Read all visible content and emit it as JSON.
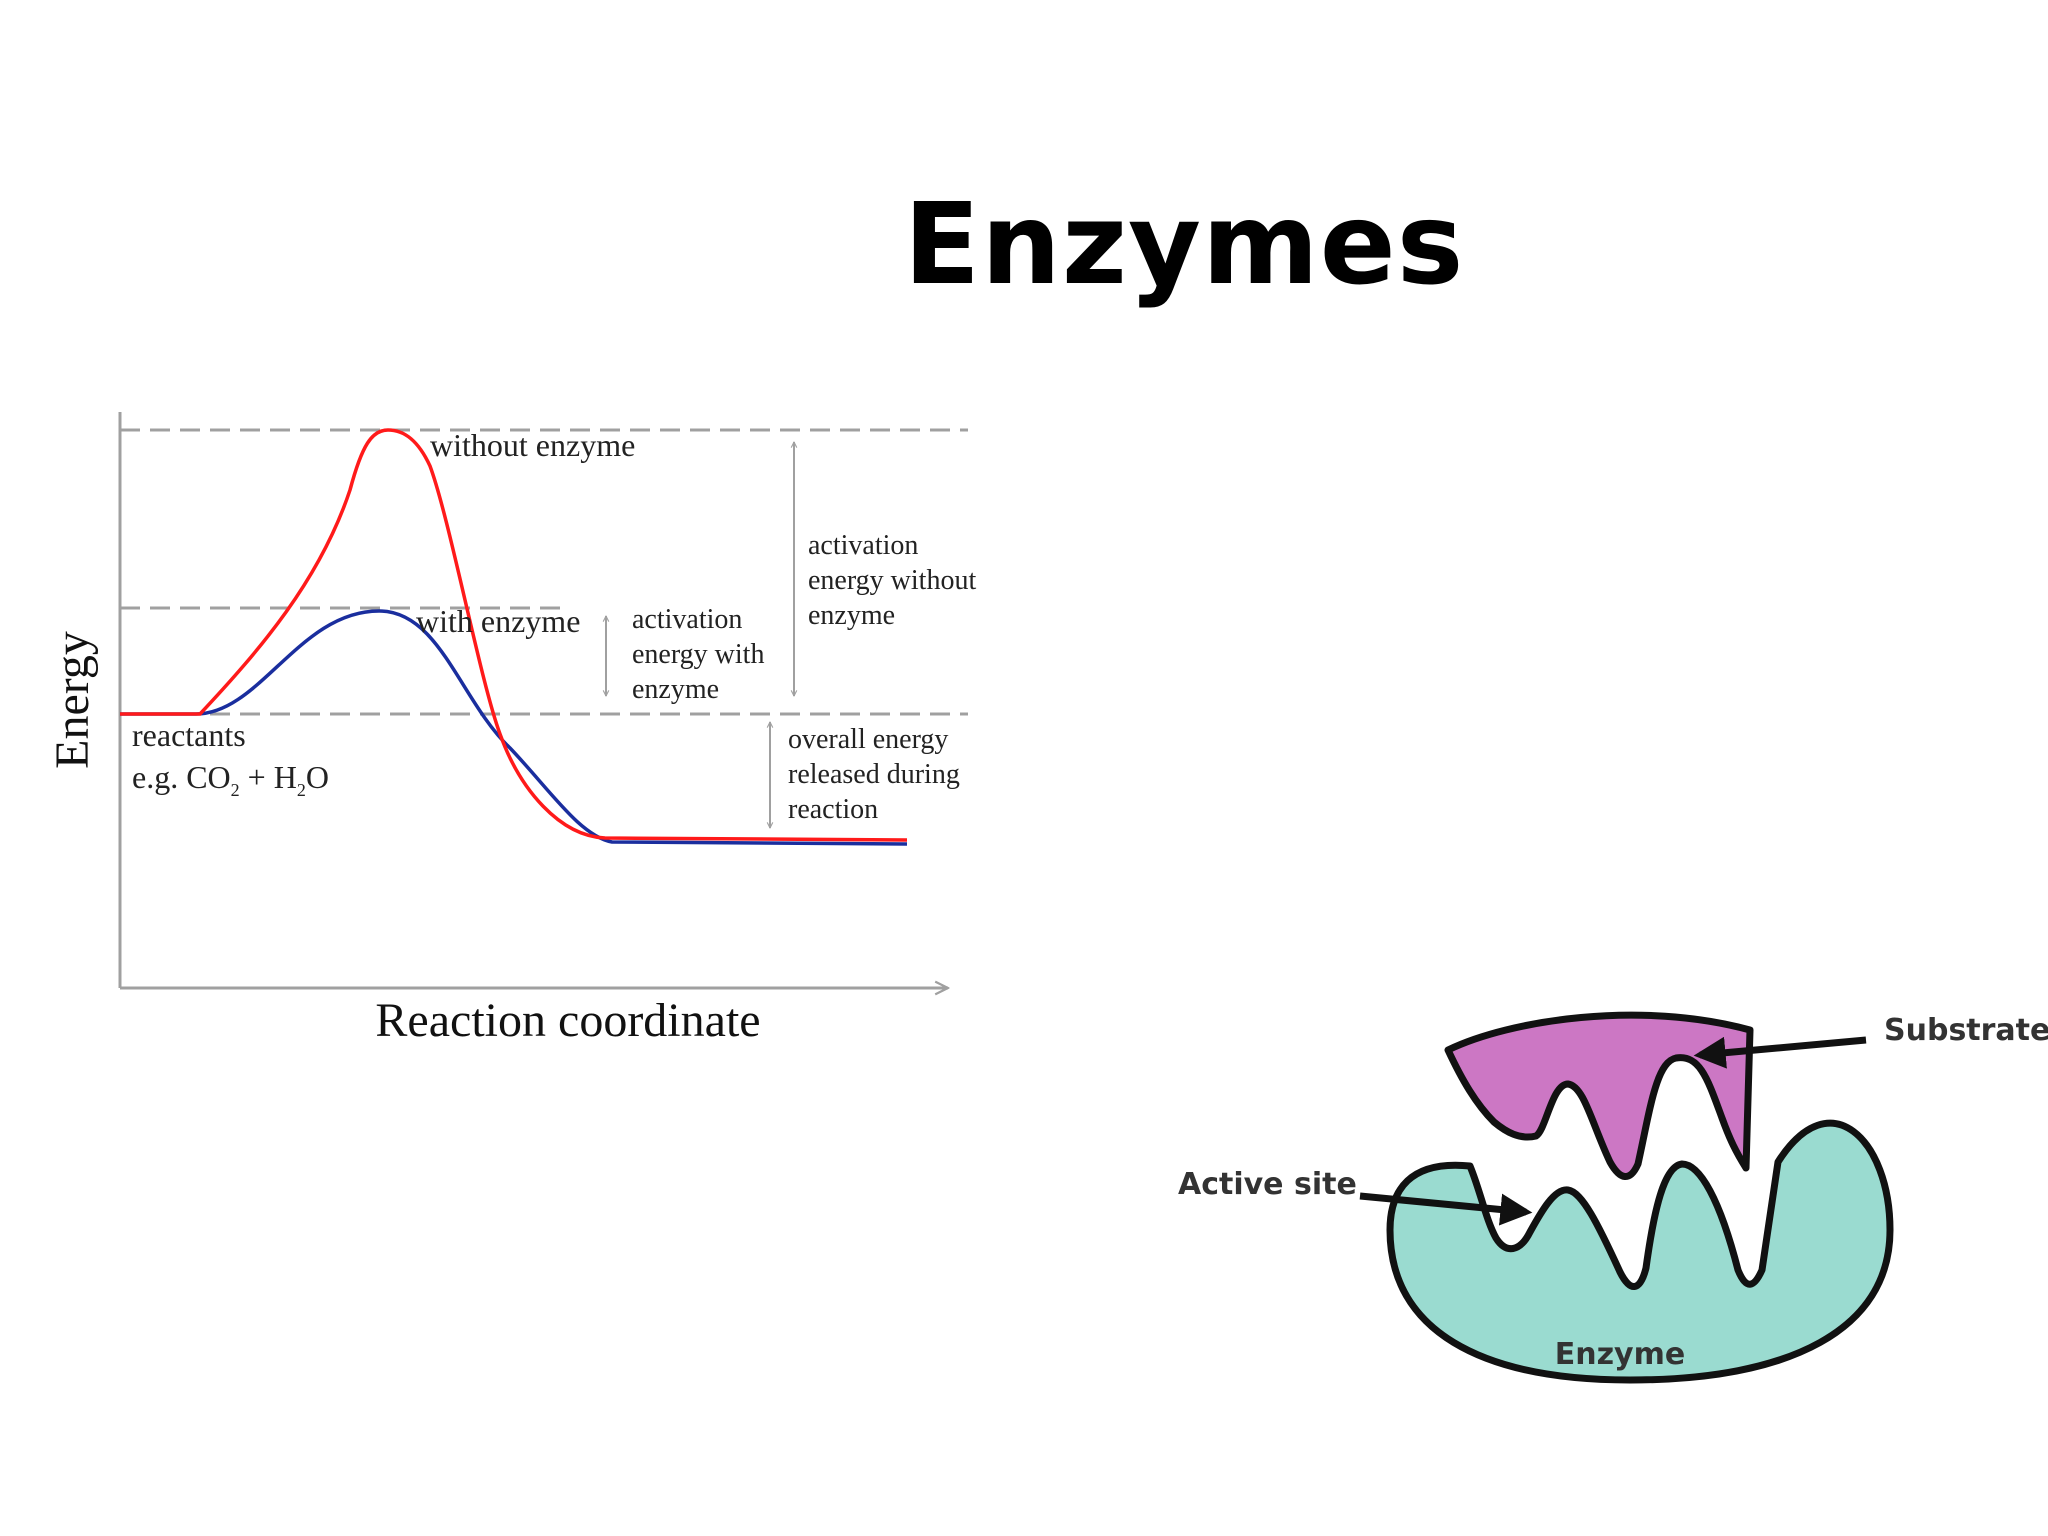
{
  "title": "Enzymes",
  "energy_diagram": {
    "ylabel": "Energy",
    "xlabel": "Reaction coordinate",
    "curve_labels": {
      "without": "without enzyme",
      "with": "with enzyme"
    },
    "reactants_label": "reactants",
    "reactants_example": {
      "prefix": "e.g. CO",
      "sub1": "2",
      "mid": " + H",
      "sub2": "2",
      "suffix": "O"
    },
    "annotations": {
      "ea_with": [
        "activation",
        "energy with",
        "enzyme"
      ],
      "ea_without": [
        "activation",
        "energy without",
        "enzyme"
      ],
      "overall": [
        "overall energy",
        "released during",
        "reaction"
      ]
    },
    "colors": {
      "without_enzyme": "#ff1a1a",
      "with_enzyme": "#1a2e9e",
      "guides": "#a0a0a0"
    }
  },
  "enzyme_diagram": {
    "labels": {
      "substrate": "Substrate",
      "active_site": "Active site",
      "enzyme": "Enzyme"
    },
    "colors": {
      "substrate": "#cc77c4",
      "enzyme": "#9adbd0",
      "outline": "#111111"
    }
  }
}
